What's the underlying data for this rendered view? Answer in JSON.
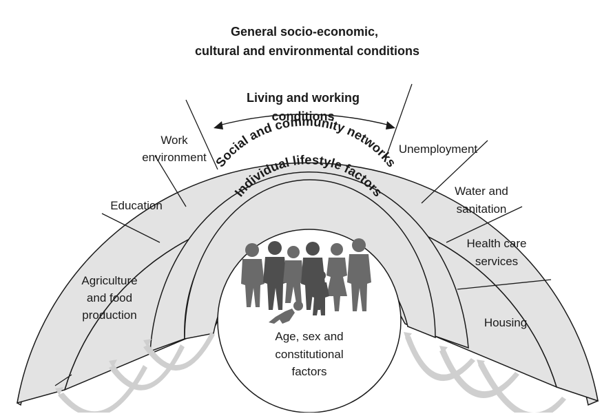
{
  "outer_band": {
    "line1": "General socio-economic,",
    "line2": "cultural and environmental conditions"
  },
  "living_working": {
    "line1": "Living and working",
    "line2": "conditions",
    "left_segments": [
      {
        "lines": [
          "Agriculture",
          "and food",
          "production"
        ]
      },
      {
        "lines": [
          "Education"
        ]
      },
      {
        "lines": [
          "Work",
          "environment"
        ]
      }
    ],
    "right_segments": [
      {
        "lines": [
          "Unemployment"
        ]
      },
      {
        "lines": [
          "Water and",
          "sanitation"
        ]
      },
      {
        "lines": [
          "Health care",
          "services"
        ]
      },
      {
        "lines": [
          "Housing"
        ]
      }
    ]
  },
  "social_networks": {
    "label": "Social and community networks"
  },
  "lifestyle": {
    "label": "Individual lifestyle factors"
  },
  "core": {
    "line1": "Age, sex and",
    "line2": "constitutional",
    "line3": "factors",
    "illustration": "people-silhouettes-icon"
  }
}
